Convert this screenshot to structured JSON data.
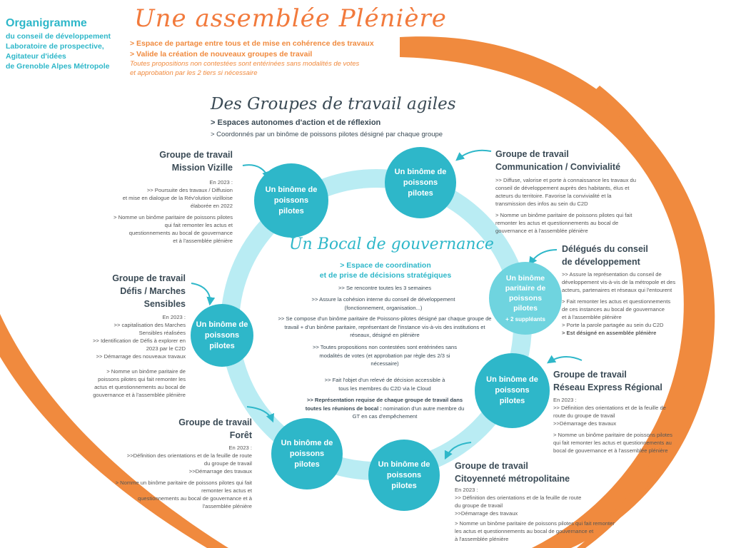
{
  "colors": {
    "orange": "#f08a3e",
    "teal": "#2eb7c9",
    "light_ring": "#b9ecf3",
    "dark_text": "#3a4a55"
  },
  "header": {
    "org_title": "Organigramme",
    "org_lines": [
      "du conseil de développement",
      "Laboratoire de prospective,",
      "Agitateur d'idées",
      "de Grenoble Alpes Métropole"
    ],
    "main_title": "Une assemblée  Plénière",
    "bullets": [
      "> Espace de partage entre tous et de mise en cohérence des travaux",
      "> Valide la création de nouveaux groupes de travail"
    ],
    "italic_lines": [
      "Toutes propositions non contestées sont entérinées sans modalités de votes",
      "et approbation par les 2 tiers si nécessaire"
    ]
  },
  "groups_section": {
    "title": "Des Groupes de travail agiles",
    "line1": "> Espaces autonomes d'action et de réflexion",
    "line2": "> Coordonnés par un binôme de poissons pilotes désigné par chaque groupe"
  },
  "bocal": {
    "title": "Un Bocal de gouvernance",
    "sub": [
      "> Espace de coordination",
      "et de prise de décisions stratégiques"
    ],
    "items": [
      ">> Se rencontre toutes les 3 semaines",
      ">> Assure la cohésion interne du conseil de développement (fonctionnement, organisation...)",
      ">> Se compose d'un binôme paritaire de Poissons-pilotes désigné par chaque groupe de travail  + d'un binôme paritaire, représentant de l'instance vis-à-vis des institutions et réseaux, désigné en  plénière",
      ">> Toutes propositions non contestées sont entérinées sans modalités de votes (et approbation par règle des 2/3 si nécessaire)",
      ">> Fait l'objet d'un relevé de décision accessible à tous les membres du C2D via le Cloud"
    ],
    "last_bold": ">> Représentation requise de chaque groupe de travail dans toutes les réunions de bocal :",
    "last_rest": " nomination d'un autre membre du GT en cas d'empêchement"
  },
  "circles": {
    "standard": "Un binôme de poissons pilotes",
    "delegates": "Un binôme paritaire de poissons pilotes",
    "delegates_extra": "+ 2 suppléants"
  },
  "groups": {
    "vizille": {
      "title": [
        "Groupe de travail",
        "Mission Vizille"
      ],
      "body": [
        "En 2023 :",
        ">> Poursuite des travaux / Diffusion",
        "et mise en dialogue de la Rév'olution vizilloise",
        "élaborée en 2022"
      ],
      "body2": [
        "> Nomme un binôme paritaire de poissons pilotes",
        "qui fait remonter les actus et",
        "questionnements au bocal de gouvernance",
        "et à l'assemblée plénière"
      ]
    },
    "communication": {
      "title": [
        "Groupe de travail",
        "Communication / Convivialité"
      ],
      "body": [
        ">> Diffuse, valorise et porte à connaissance les travaux du",
        "conseil de développement auprès des habitants, élus et",
        "acteurs du territoire. Favorise la convivialité et la",
        "transmission des infos au sein du C2D"
      ],
      "body2": [
        "> Nomme un binôme paritaire de poissons pilotes qui fait",
        "remonter les actus et questionnements au bocal de",
        "gouvernance et à l'assemblée plénière"
      ]
    },
    "delegues": {
      "title": [
        "Délégués du conseil",
        "de développement"
      ],
      "body": [
        ">> Assure la représentation du conseil de",
        "développement vis-à-vis de la métropole et des",
        "acteurs, partenaires et  réseaux qui l'entourent"
      ],
      "body2": [
        "> Fait remonter les actus et questionnements",
        "de ces instances au  bocal de gouvernance",
        "et à l'assemblée plénière"
      ],
      "body3": "> Porte la parole partagée au sein du C2D",
      "body4": "> Est désigné en assemblée plénière"
    },
    "defis": {
      "title": [
        "Groupe de travail",
        "Défis / Marches",
        "Sensibles"
      ],
      "body": [
        "En 2023 :",
        ">> capitalisation des Marches",
        "Sensibles réalisées",
        ">> Identification de Défis à explorer en",
        "2023 par le C2D",
        ">> Démarrage des nouveaux travaux"
      ],
      "body2": [
        "> Nomme un binôme paritaire de",
        "poissons pilotes qui fait remonter les",
        "actus et questionnements au bocal de",
        "gouvernance et à l'assemblée plénière"
      ]
    },
    "rer": {
      "title": [
        "Groupe de travail",
        "Réseau Express Régional"
      ],
      "body": [
        "En 2023 :",
        ">> Définition des orientations et de la feuille de",
        "route du groupe de travail",
        ">>Démarrage des travaux"
      ],
      "body2": [
        "> Nomme un binôme paritaire de poissons pilotes",
        "qui fait remonter les actus et questionnements au",
        "bocal de gouvernance et à  l'assemblée plénière"
      ]
    },
    "foret": {
      "title": [
        "Groupe de travail",
        "Forêt"
      ],
      "body": [
        "En 2023 :",
        ">>Définition des orientations et de la feuille de route",
        "du groupe de travail",
        ">>Démarrage des travaux"
      ],
      "body2": [
        "> Nomme un binôme paritaire de poissons pilotes qui fait",
        "remonter les actus et",
        "questionnements au bocal de gouvernance et à",
        "l'assemblée plénière"
      ]
    },
    "citoyennete": {
      "title": [
        "Groupe de travail",
        "Citoyenneté métropolitaine"
      ],
      "body": [
        "En 2023 :",
        ">> Définition des orientations et de la feuille de route",
        " du groupe de travail",
        ">>Démarrage des travaux"
      ],
      "body2": [
        "> Nomme un binôme paritaire de poissons pilotes qui fait remonter",
        "les actus et questionnements au bocal de gouvernance et",
        "à  l'assemblée plénière"
      ]
    }
  }
}
